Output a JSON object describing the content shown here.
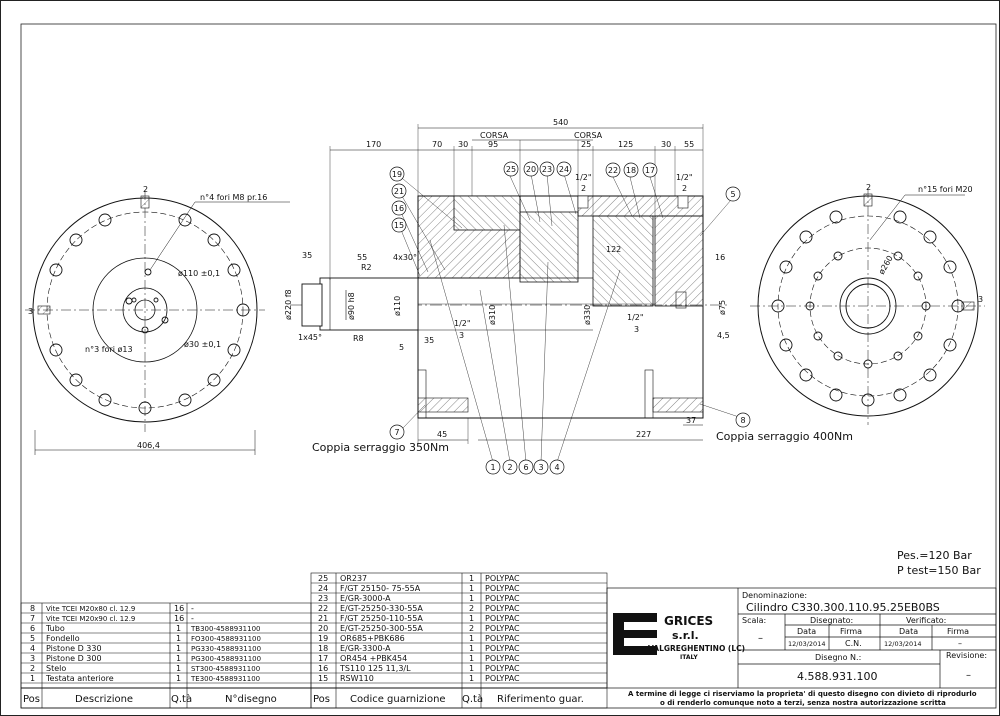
{
  "left_view": {
    "label_holes_top": "n°4 fori M8 pr.16",
    "label_phi110": "ø110 ±0,1",
    "label_holes_center": "n°3 fori ø13",
    "label_phi30": "ø30 ±0,1",
    "dim_width": "406,4",
    "mark_top": "2",
    "mark_left": "3"
  },
  "right_view": {
    "label_holes": "n°15 fori M20",
    "label_phi260": "ø260",
    "mark_top": "2",
    "mark_right": "3"
  },
  "section": {
    "dim_overall": "540",
    "dim_170": "170",
    "dim_70": "70",
    "dim_30a": "30",
    "dim_95": "95",
    "dim_25": "25",
    "dim_125": "125",
    "dim_30b": "30",
    "dim_55": "55",
    "corsa_1": "CORSA",
    "corsa_2": "CORSA",
    "dim_35": "35",
    "dim_55b": "55",
    "dim_4x30": "4x30°",
    "dim_r2": "R2",
    "dim_r8": "R8",
    "dim_1x45": "1x45°",
    "dim_5": "5",
    "dim_35b": "35",
    "dim_3a": "3",
    "dim_half_a": "1/2\"",
    "dim_phi110": "ø110",
    "dim_phi310": "ø310",
    "dim_phi330": "ø330",
    "dim_phi220": "ø220 f8",
    "dim_phi90": "ø90 h8",
    "dim_122": "122",
    "dim_16": "16",
    "dim_4_5": "4,5",
    "dim_phi75": "ø75",
    "dim_half_b": "1/2\"",
    "dim_3b": "3",
    "dim_half_top1": "1/2\"",
    "dim_2top1": "2",
    "dim_half_top2": "1/2\"",
    "dim_2top2": "2",
    "dim_45": "45",
    "dim_227": "227",
    "dim_37": "37",
    "coppia_left": "Coppia serraggio 350Nm",
    "coppia_right": "Coppia serraggio 400Nm",
    "balloons_top": [
      "19",
      "21",
      "16",
      "15",
      "25",
      "20",
      "23",
      "24",
      "22",
      "18",
      "17",
      "5"
    ],
    "balloons_bottom": [
      "1",
      "2",
      "6",
      "3",
      "4"
    ],
    "balloon_7": "7",
    "balloon_8": "8"
  },
  "pressure": {
    "pes": "Pes.=120 Bar",
    "ptest": "P test=150 Bar"
  },
  "bom_left": {
    "header": {
      "pos": "Pos",
      "desc": "Descrizione",
      "qta": "Q.tà",
      "draw": "N°disegno"
    },
    "rows": [
      {
        "pos": "8",
        "desc": "Vite TCEI M20x80 cl. 12.9",
        "qta": "16",
        "draw": "-"
      },
      {
        "pos": "7",
        "desc": "Vite TCEI M20x90 cl. 12.9",
        "qta": "16",
        "draw": "-"
      },
      {
        "pos": "6",
        "desc": "Tubo",
        "qta": "1",
        "draw": "TB300-4588931100"
      },
      {
        "pos": "5",
        "desc": "Fondello",
        "qta": "1",
        "draw": "FO300-4588931100"
      },
      {
        "pos": "4",
        "desc": "Pistone D 330",
        "qta": "1",
        "draw": "PG330-4588931100"
      },
      {
        "pos": "3",
        "desc": "Pistone D 300",
        "qta": "1",
        "draw": "PG300-4588931100"
      },
      {
        "pos": "2",
        "desc": "Stelo",
        "qta": "1",
        "draw": "ST300-4588931100"
      },
      {
        "pos": "1",
        "desc": "Testata anteriore",
        "qta": "1",
        "draw": "TE300-4588931100"
      }
    ]
  },
  "bom_right": {
    "header": {
      "pos": "Pos",
      "code": "Codice guarnizione",
      "qta": "Q.tà",
      "ref": "Riferimento guar."
    },
    "rows": [
      {
        "pos": "25",
        "code": "OR237",
        "qta": "1",
        "ref": "POLYPAC"
      },
      {
        "pos": "24",
        "code": "F/GT 25150- 75-55A",
        "qta": "1",
        "ref": "POLYPAC"
      },
      {
        "pos": "23",
        "code": "E/GR-3000-A",
        "qta": "1",
        "ref": "POLYPAC"
      },
      {
        "pos": "22",
        "code": "E/GT-25250-330-55A",
        "qta": "2",
        "ref": "POLYPAC"
      },
      {
        "pos": "21",
        "code": "F/GT 25250-110-55A",
        "qta": "1",
        "ref": "POLYPAC"
      },
      {
        "pos": "20",
        "code": "E/GT-25250-300-55A",
        "qta": "2",
        "ref": "POLYPAC"
      },
      {
        "pos": "19",
        "code": "OR685+PBK686",
        "qta": "1",
        "ref": "POLYPAC"
      },
      {
        "pos": "18",
        "code": "E/GR-3300-A",
        "qta": "1",
        "ref": "POLYPAC"
      },
      {
        "pos": "17",
        "code": "OR454 +PBK454",
        "qta": "1",
        "ref": "POLYPAC"
      },
      {
        "pos": "16",
        "code": "TS110 125 11,3/L",
        "qta": "1",
        "ref": "POLYPAC"
      },
      {
        "pos": "15",
        "code": "RSW110",
        "qta": "1",
        "ref": "POLYPAC"
      }
    ]
  },
  "title_block": {
    "company_1": "GRICES",
    "company_2": "s.r.l.",
    "company_city": "VALGREGHENTINO (LC)",
    "company_country": "ITALY",
    "denominazione_label": "Denominazione:",
    "denominazione": "Cilindro C330.300.110.95.25EB0BS",
    "scala_label": "Scala:",
    "scala": "–",
    "disegnato_label": "Disegnato:",
    "verificato_label": "Verificato:",
    "data_label_1": "Data",
    "firma_label_1": "Firma",
    "data_label_2": "Data",
    "firma_label_2": "Firma",
    "disegnato_data": "12/03/2014",
    "disegnato_firma": "C.N.",
    "verificato_data": "12/03/2014",
    "verificato_firma": "–",
    "disegno_label": "Disegno N.:",
    "disegno": "4.588.931.100",
    "revisione_label": "Revisione:",
    "revisione": "–",
    "legal_1": "A termine di legge ci riserviamo la proprieta' di questo disegno con divieto di riprodurlo",
    "legal_2": "o di renderlo comunque noto a terzi, senza nostra autorizzazione scritta"
  }
}
